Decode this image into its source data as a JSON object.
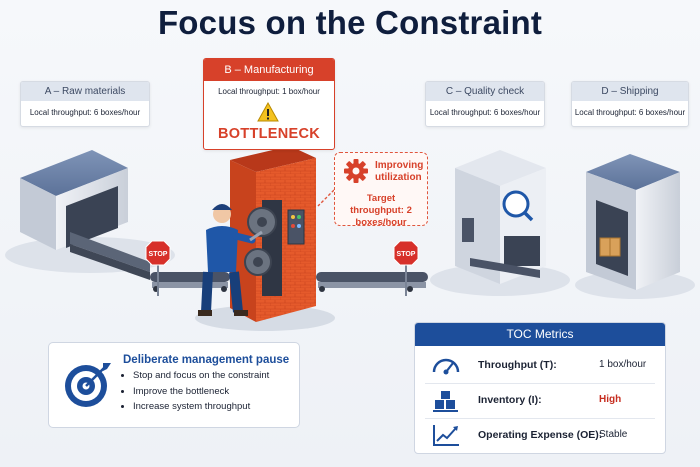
{
  "title": "Focus on the Constraint",
  "stages": [
    {
      "name": "A – Raw materials",
      "throughput": "Local throughput: 6 boxes/hour"
    },
    {
      "name": "B – Manufacturing",
      "throughput": "Local throughput: 1 box/hour",
      "flag": "BOTTLENECK"
    },
    {
      "name": "C – Quality check",
      "throughput": "Local throughput: 6 boxes/hour"
    },
    {
      "name": "D – Shipping",
      "throughput": "Local throughput: 6 boxes/hour"
    }
  ],
  "improvement": {
    "heading": "Improving utilization",
    "target": "Target throughput: 2 boxes/hour"
  },
  "stop_signs": [
    "STOP",
    "STOP"
  ],
  "pause": {
    "title": "Deliberate management pause",
    "items": [
      "Stop and focus on the constraint",
      "Improve the bottleneck",
      "Increase system throughput"
    ]
  },
  "metrics": {
    "title": "TOC Metrics",
    "rows": [
      {
        "label": "Throughput (T):",
        "value": "1 box/hour",
        "icon": "gauge-icon"
      },
      {
        "label": "Inventory (I):",
        "value": "High",
        "icon": "boxes-icon"
      },
      {
        "label": "Operating Expense (OE):",
        "value": "Stable",
        "icon": "trend-chart-icon"
      }
    ]
  },
  "colors": {
    "accent_red": "#d7412a",
    "navy": "#1d4e9b",
    "title": "#0f1e3d"
  }
}
